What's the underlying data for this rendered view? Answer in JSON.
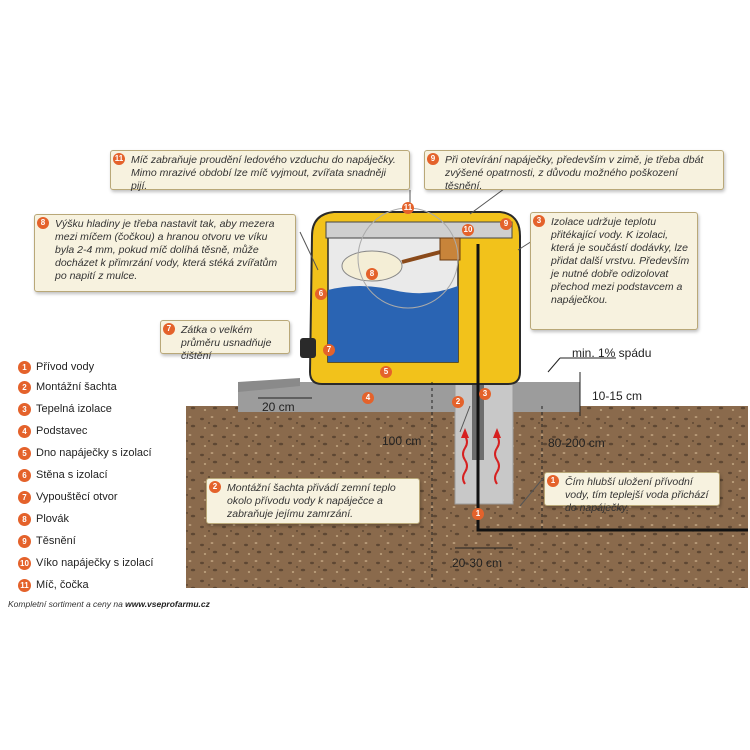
{
  "notes": {
    "n11": {
      "num": "11",
      "text": "Míč zabraňuje proudění ledového vzduchu do napáječky. Mimo mrazivé období lze míč vyjmout, zvířata snadněji pijí."
    },
    "n9": {
      "num": "9",
      "text": "Při otevírání napáječky, především v zimě, je třeba dbát zvýšené opatrnosti, z důvodu možného poškození těsnění."
    },
    "n8": {
      "num": "8",
      "text": "Výšku hladiny je třeba nastavit tak, aby mezera mezi míčem (čočkou) a hranou otvoru ve víku byla 2-4 mm, pokud míč dolíhá těsně, může docházet k přimrzání vody, která stéká zvířatům po napití z mulce."
    },
    "n3": {
      "num": "3",
      "text": "Izolace udržuje teplotu přitékající vody. K izolaci, která je součástí dodávky, lze přidat další vrstvu. Především je nutné dobře odizolovat přechod mezi podstavcem a napáječkou."
    },
    "n7": {
      "num": "7",
      "text": "Zátka o velkém průměru usnadňuje čištění"
    },
    "n2": {
      "num": "2",
      "text": "Montážní šachta přivádí zemní teplo okolo přívodu vody k napáječce a zabraňuje jejímu zamrzání."
    },
    "n1": {
      "num": "1",
      "text": "Čím hlubší uložení přívodní vody, tím teplejší voda přichází do napáječky."
    }
  },
  "legend": [
    {
      "num": "1",
      "label": "Přívod vody"
    },
    {
      "num": "2",
      "label": "Montážní šachta"
    },
    {
      "num": "3",
      "label": "Tepelná izolace"
    },
    {
      "num": "4",
      "label": "Podstavec"
    },
    {
      "num": "5",
      "label": "Dno napáječky s izolací"
    },
    {
      "num": "6",
      "label": "Stěna s izolací"
    },
    {
      "num": "7",
      "label": "Vypouštěcí otvor"
    },
    {
      "num": "8",
      "label": "Plovák"
    },
    {
      "num": "9",
      "label": "Těsnění"
    },
    {
      "num": "10",
      "label": "Víko napáječky s izolací"
    },
    {
      "num": "11",
      "label": "Míč, čočka"
    }
  ],
  "dimensions": {
    "slope": "min. 1% spádu",
    "base_height": "10-15 cm",
    "base_overhang": "20 cm",
    "shaft_depth": "100 cm",
    "pipe_depth": "80-200 cm",
    "shaft_width": "20-30 cm"
  },
  "markers": {
    "m1": "1",
    "m2": "2",
    "m3": "3",
    "m4": "4",
    "m5": "5",
    "m6": "6",
    "m7": "7",
    "m8": "8",
    "m9": "9",
    "m10": "10",
    "m11": "11"
  },
  "footer": {
    "prefix": "Kompletní sortiment a ceny na ",
    "link": "www.vseprofarmu.cz"
  },
  "colors": {
    "body": "#f2c21b",
    "water": "#2a64b3",
    "soil": "#8a6a4c",
    "base": "#9c9c9c",
    "marker": "#e4622b"
  }
}
